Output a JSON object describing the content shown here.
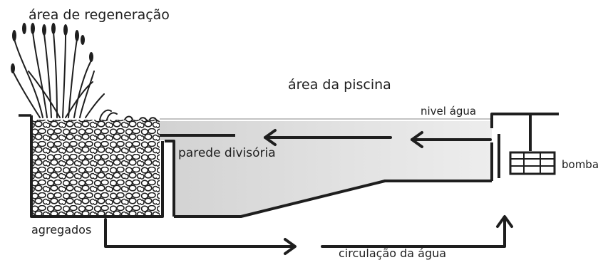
{
  "labels": {
    "regeneration_area": "área de regeneração",
    "pool_area": "área da piscina",
    "water_level": "nivel água",
    "dividing_wall": "parede divisória",
    "pump": "bomba",
    "aggregates": "agregados",
    "water_circulation": "circulação da água"
  },
  "colors": {
    "line": "#1e1e1e",
    "water": "#dcdcdc",
    "water_dark": "#c9c9c9"
  }
}
